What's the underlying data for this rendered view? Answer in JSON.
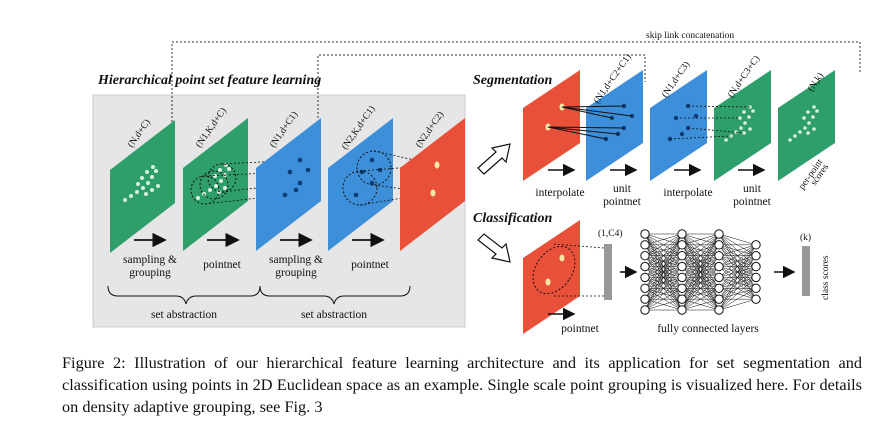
{
  "figure": {
    "skip_link": "skip link concatenation",
    "headings": {
      "hier": "Hierarchical point set feature learning",
      "seg": "Segmentation",
      "cls": "Classification"
    },
    "planes": {
      "p1": "(N,d+C)",
      "p2": "(N1,K,d+C)",
      "p3": "(N1,d+C1)",
      "p4": "(N2,K,d+C1)",
      "p5": "(N2,d+C2)",
      "s1": "(N1,d+C2+C1)",
      "s2": "(N1,d+C3)",
      "s3": "(N,d+C3+C)",
      "s4": "(N,k)"
    },
    "steps": {
      "sampling1_a": "sampling &",
      "sampling1_b": "grouping",
      "pointnet1": "pointnet",
      "sampling2_a": "sampling &",
      "sampling2_b": "grouping",
      "pointnet2": "pointnet",
      "set_abs1": "set abstraction",
      "set_abs2": "set abstraction",
      "interp1": "interpolate",
      "unit1_a": "unit",
      "unit1_b": "pointnet",
      "interp2": "interpolate",
      "unit2_a": "unit",
      "unit2_b": "pointnet",
      "per_point_a": "per-point",
      "per_point_b": "scores",
      "cls_pointnet": "pointnet",
      "fc_layers": "fully connected layers",
      "c4": "(1,C4)",
      "k": "(k)",
      "class_scores": "class scores"
    },
    "colors": {
      "green": "#2e9e6b",
      "blue": "#3d8fd9",
      "red": "#e8503a",
      "panel": "#e6e6e6"
    }
  },
  "caption": "Figure 2: Illustration of our hierarchical feature learning architecture and its application for set segmentation and classification using points in 2D Euclidean space as an example. Single scale point grouping is visualized here. For details on density adaptive grouping, see Fig. 3"
}
